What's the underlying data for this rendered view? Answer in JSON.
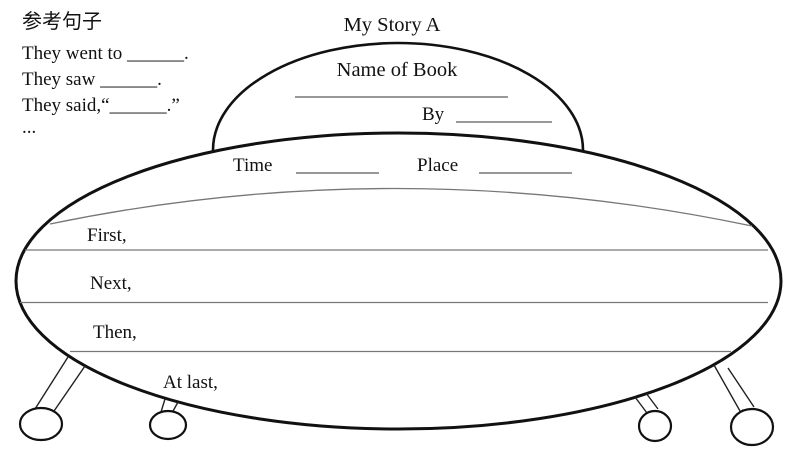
{
  "reference": {
    "heading": "参考句子",
    "sentences": [
      "They went to ______.",
      "They saw ______.",
      "They said,“______.”",
      "..."
    ]
  },
  "title": "My Story A",
  "dome": {
    "book_label": "Name of Book",
    "by_label": "By"
  },
  "saucer": {
    "time_label": "Time",
    "place_label": "Place",
    "rows": [
      "First,",
      "Next,",
      "Then,",
      "At last,"
    ]
  },
  "colors": {
    "outline": "#111111",
    "guide_line": "#777777",
    "background": "#ffffff"
  }
}
